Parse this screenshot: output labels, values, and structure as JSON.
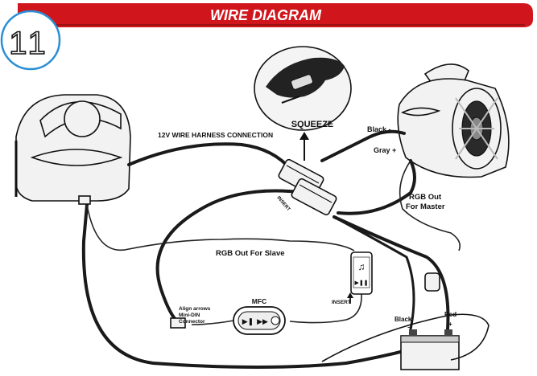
{
  "header": {
    "title": "WIRE DIAGRAM",
    "step_number": "11",
    "banner_color": "#d0161c",
    "badge_border_color": "#2a8fd6"
  },
  "labels": {
    "harness": "12V WIRE HARNESS CONNECTION",
    "squeeze": "SQUEEZE",
    "insert_harness": "INSERT",
    "black_minus": "Black -",
    "gray_plus": "Gray +",
    "rgb_master_line1": "RGB Out",
    "rgb_master_line2": "For Master",
    "rgb_slave": "RGB Out For Slave",
    "align_arrows": "Align arrows",
    "mini_din_line1": "Mini-DIN",
    "mini_din_line2": "Connector",
    "mfc": "MFC",
    "insert_phone": "INSERT",
    "battery_black": "Black",
    "battery_red": "Red",
    "battery_minus": "−",
    "battery_plus": "+"
  },
  "icons": [
    "hand-squeeze-icon",
    "arrow-up-icon",
    "smartphone-icon",
    "music-note-icon",
    "play-pause-icon",
    "battery-icon"
  ]
}
